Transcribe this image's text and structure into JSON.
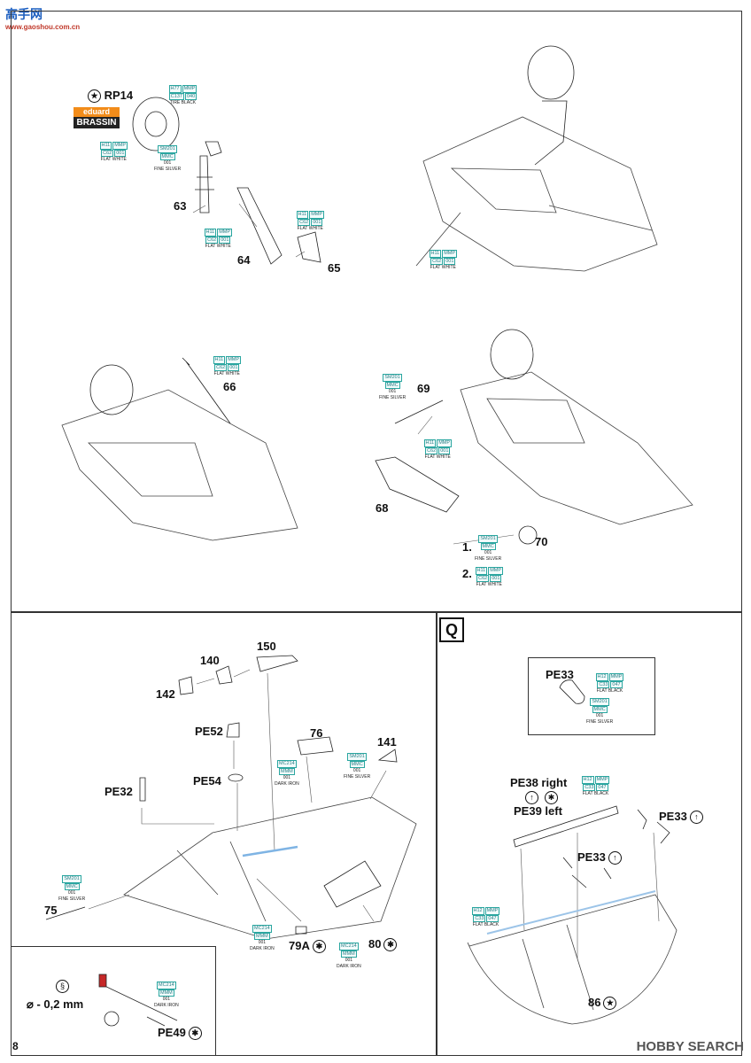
{
  "watermark_top": {
    "site": "高手网",
    "url": "www.gaoshou.com.cn"
  },
  "watermark_bottom": "HOBBY SEARCH",
  "page_number": "8",
  "brassin": {
    "top": "eduard",
    "bottom": "BRASSIN"
  },
  "section_label": "Q",
  "parts": {
    "rp14": "RP14",
    "p63": "63",
    "p64": "64",
    "p65": "65",
    "p66": "66",
    "p69": "69",
    "p68": "68",
    "p70": "70",
    "opt1": "1.",
    "opt2": "2.",
    "p140": "140",
    "p150": "150",
    "p142": "142",
    "pe52": "PE52",
    "pe54": "PE54",
    "p76": "76",
    "p141": "141",
    "pe32": "PE32",
    "p75": "75",
    "p79a": "79A",
    "p80": "80",
    "diameter": "⌀ - 0,2 mm",
    "pe49": "PE49",
    "pe33a": "PE33",
    "pe38": "PE38 right",
    "pe39": "PE39 left",
    "pe33b": "PE33",
    "pe33c": "PE33",
    "p86": "86"
  },
  "paints": {
    "tire": {
      "codes": [
        "H77",
        "MMP"
      ],
      "codes2": [
        "C137",
        "040"
      ],
      "name": "TIRE BLACK"
    },
    "white": {
      "codes": [
        "H11",
        "MMP"
      ],
      "codes2": [
        "C62",
        "001"
      ],
      "name": "FLAT WHITE"
    },
    "silver": {
      "codes": [
        "SM201"
      ],
      "codes2": [
        "MMC",
        "001"
      ],
      "name": "FINE SILVER"
    },
    "iron": {
      "codes": [
        "MC214"
      ],
      "codes2": [
        "MMM",
        "001"
      ],
      "name": "DARK IRON"
    },
    "black": {
      "codes": [
        "H12",
        "MMP"
      ],
      "codes2": [
        "C33",
        "047"
      ],
      "name": "FLAT BLACK"
    }
  }
}
